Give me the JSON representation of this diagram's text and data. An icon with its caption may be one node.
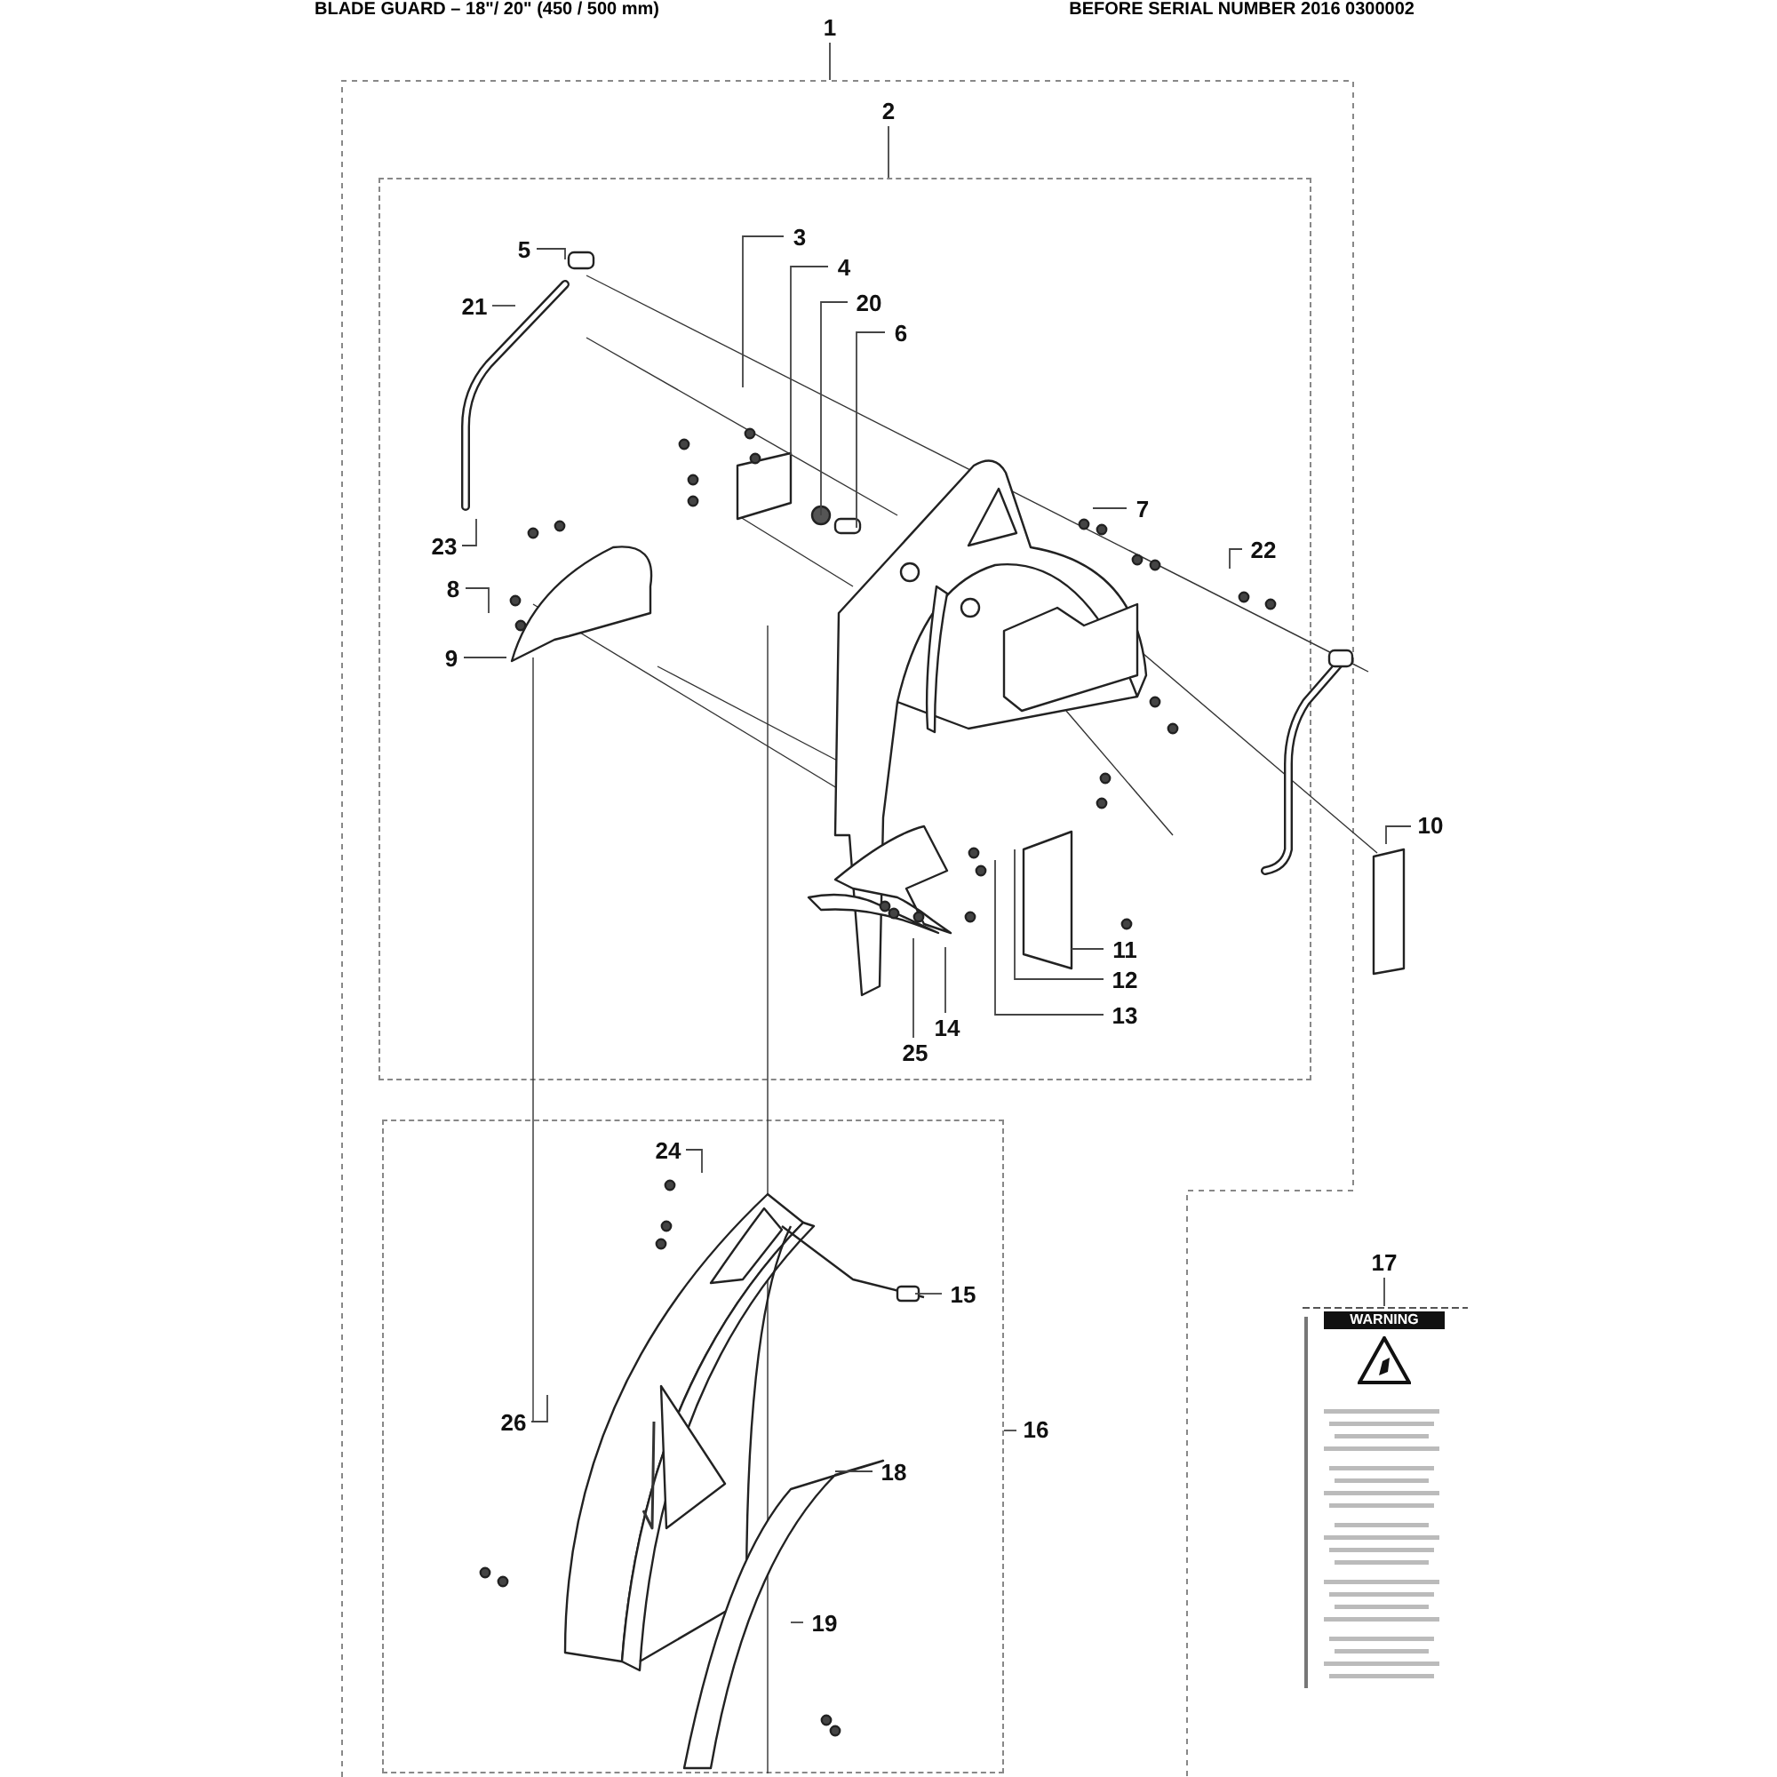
{
  "diagram": {
    "title": "BLADE GUARD – 18\"/ 20\" (450 / 500 mm)",
    "nodes": [
      {
        "text": [
          "1"
        ]
      },
      {
        "text": [],
        "shape": "box"
      },
      {
        "text": [
          "2"
        ],
        "in": 1
      },
      {
        "text": [],
        "shape": "box",
        "in": 1
      },
      {
        "text": [
          "5"
        ],
        "in": 3
      },
      {
        "text": [
          "3"
        ],
        "in": 3
      },
      {
        "text": [
          "4"
        ],
        "in": 3
      },
      {
        "text": [
          "21"
        ],
        "in": 3
      },
      {
        "text": [
          "20"
        ],
        "in": 3
      },
      {
        "text": [
          "6"
        ],
        "in": 3
      },
      {
        "text": [
          "7"
        ],
        "in": 3
      },
      {
        "text": [
          "22"
        ],
        "in": 3
      },
      {
        "text": [
          "23"
        ],
        "in": 3
      },
      {
        "text": [
          "8"
        ],
        "in": 3
      },
      {
        "text": [
          "9"
        ],
        "in": 3
      },
      {
        "text": [
          "11"
        ],
        "in": 3
      },
      {
        "text": [
          "12"
        ],
        "in": 3
      },
      {
        "text": [
          "13"
        ],
        "in": 3
      },
      {
        "text": [
          "14"
        ],
        "in": 3
      },
      {
        "text": [
          "25"
        ],
        "in": 3
      },
      {
        "text": [
          "10"
        ]
      },
      {
        "text": [],
        "shape": "box",
        "in": 1
      },
      {
        "text": [
          "24"
        ],
        "in": 21
      },
      {
        "text": [
          "15"
        ],
        "in": 21
      },
      {
        "text": [
          "26"
        ],
        "in": 21
      },
      {
        "text": [
          "18"
        ],
        "in": 21
      },
      {
        "text": [
          "19"
        ],
        "in": 21
      },
      {
        "text": [
          "16"
        ],
        "in": 1
      },
      {
        "text": [
          "17"
        ]
      },
      {
        "text": [
          "WARNING"
        ]
      }
    ],
    "edges": [
      {
        "from": 0,
        "to": 1,
        "arrow": "none"
      },
      {
        "from": 2,
        "to": 3,
        "arrow": "none"
      },
      {
        "from": 4,
        "to": null,
        "arrow": "none"
      },
      {
        "from": 5,
        "to": null,
        "arrow": "none"
      },
      {
        "from": 6,
        "to": null,
        "arrow": "none"
      },
      {
        "from": 7,
        "to": null,
        "arrow": "none"
      },
      {
        "from": 8,
        "to": null,
        "arrow": "none"
      },
      {
        "from": 9,
        "to": null,
        "arrow": "none"
      },
      {
        "from": 10,
        "to": null,
        "arrow": "none"
      },
      {
        "from": 11,
        "to": null,
        "arrow": "none"
      },
      {
        "from": 12,
        "to": null,
        "arrow": "none"
      },
      {
        "from": 13,
        "to": null,
        "arrow": "none"
      },
      {
        "from": 14,
        "to": null,
        "arrow": "none"
      },
      {
        "from": 15,
        "to": null,
        "arrow": "none"
      },
      {
        "from": 16,
        "to": null,
        "arrow": "none"
      },
      {
        "from": 17,
        "to": null,
        "arrow": "none"
      },
      {
        "from": 18,
        "to": null,
        "arrow": "none"
      },
      {
        "from": 19,
        "to": null,
        "arrow": "none"
      },
      {
        "from": 20,
        "to": null,
        "arrow": "none"
      },
      {
        "from": 22,
        "to": null,
        "arrow": "none"
      },
      {
        "from": 23,
        "to": null,
        "arrow": "none"
      },
      {
        "from": 24,
        "to": null,
        "arrow": "none"
      },
      {
        "from": 25,
        "to": null,
        "arrow": "none"
      },
      {
        "from": 26,
        "to": null,
        "arrow": "none"
      },
      {
        "from": 27,
        "to": 21,
        "arrow": "none"
      },
      {
        "from": 28,
        "to": 29,
        "arrow": "none"
      }
    ],
    "labels": [
      "BEFORE SERIAL NUMBER 2016 0300002"
    ]
  }
}
